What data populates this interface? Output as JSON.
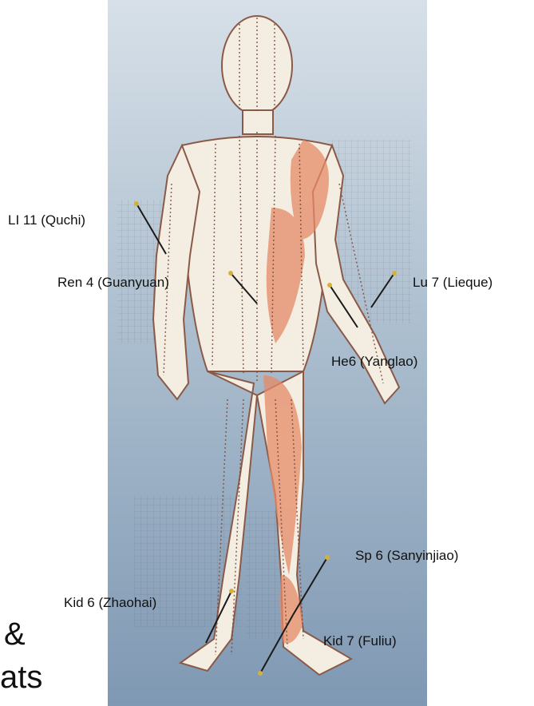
{
  "acupoints": [
    {
      "id": "li11",
      "label": "LI 11 (Quchi)"
    },
    {
      "id": "ren4",
      "label": "Ren 4 (Guanyuan)"
    },
    {
      "id": "lu7",
      "label": "Lu 7 (Lieque)"
    },
    {
      "id": "he6",
      "label": "He6 (Yanglao)"
    },
    {
      "id": "sp6",
      "label": "Sp 6 (Sanyinjiao)"
    },
    {
      "id": "kid6",
      "label": "Kid 6 (Zhaohai)"
    },
    {
      "id": "kid7",
      "label": "Kid 7 (Fuliu)"
    }
  ],
  "partial_text": {
    "line1": "&",
    "line2": "ats"
  },
  "colors": {
    "panel_top": "#cfd9e2",
    "panel_bottom": "#8ba3bc",
    "skin": "#f3eadc",
    "muscle": "#e58a66",
    "meridian": "#7a4a3a",
    "needle": "#1a1a1a",
    "needle_tip": "#d4b23a"
  }
}
